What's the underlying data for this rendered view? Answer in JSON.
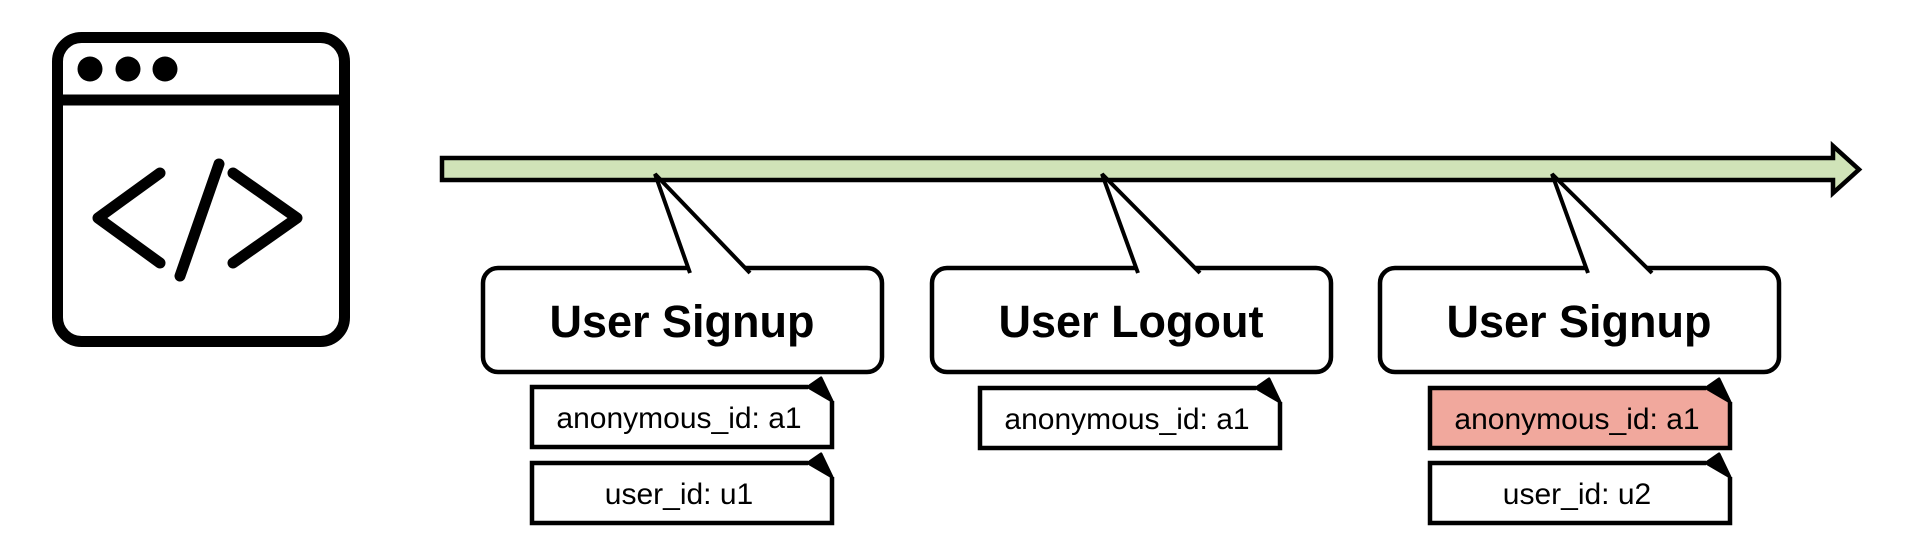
{
  "diagram": {
    "description": "Timeline of tracking events emitted from a website (code/browser source) showing identity attributes across signup, logout and second signup",
    "source": {
      "icon": "browser-code-icon"
    },
    "timeline": {
      "shape": "arrow-right"
    },
    "events": [
      {
        "title": "User Signup",
        "attributes": [
          {
            "label": "anonymous_id: a1",
            "highlight": false
          },
          {
            "label": "user_id: u1",
            "highlight": false
          }
        ]
      },
      {
        "title": "User Logout",
        "attributes": [
          {
            "label": "anonymous_id: a1",
            "highlight": false
          }
        ]
      },
      {
        "title": "User Signup",
        "attributes": [
          {
            "label": "anonymous_id: a1",
            "highlight": true
          },
          {
            "label": "user_id: u2",
            "highlight": false
          }
        ]
      }
    ]
  },
  "colors": {
    "timeline_green": "#d0e3b8",
    "highlight_salmon": "#f1a89d",
    "node_fill": "#ffffff",
    "stroke": "#000000"
  }
}
